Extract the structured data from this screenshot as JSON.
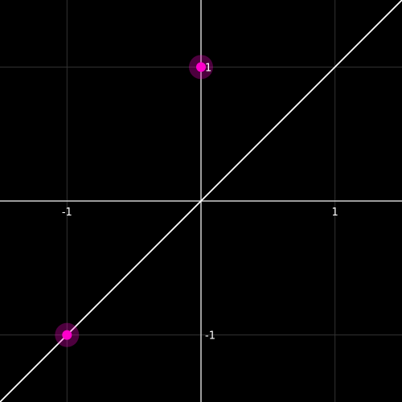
{
  "chart_data": {
    "type": "scatter",
    "title": "",
    "xlabel": "",
    "ylabel": "",
    "xlim": [
      -1.5,
      1.5
    ],
    "ylim": [
      -1.5,
      1.5
    ],
    "grid": true,
    "x_ticks": [
      {
        "value": -1,
        "label": "-1"
      },
      {
        "value": 1,
        "label": "1"
      }
    ],
    "y_ticks": [
      {
        "value": 1,
        "label": "1"
      },
      {
        "value": -1,
        "label": "-1"
      }
    ],
    "line": {
      "x": [
        -1.5,
        1.5
      ],
      "y": [
        -1.5,
        1.5
      ],
      "color": "#ffffff"
    },
    "points": [
      {
        "x": 0,
        "y": 1
      },
      {
        "x": -1,
        "y": -1
      }
    ],
    "point_color": "#ff00cc",
    "background_color": "#000000",
    "grid_color": "#333333",
    "axis_color": "#d0d0d0"
  }
}
